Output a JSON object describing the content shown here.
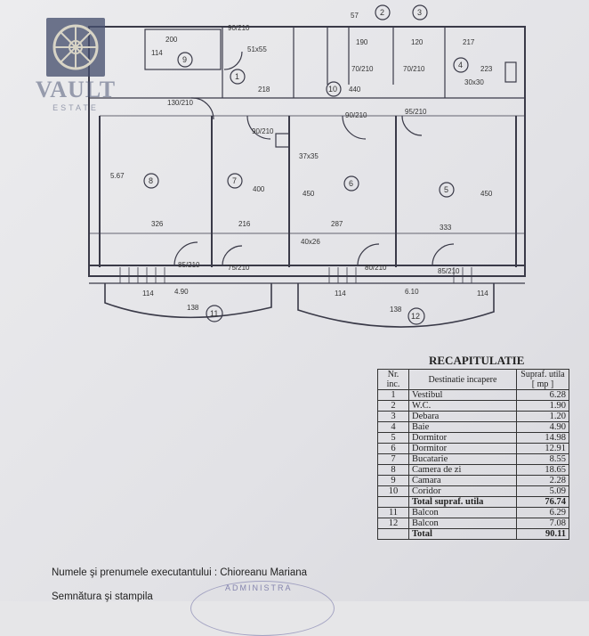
{
  "logo": {
    "word": "VAULT",
    "sub": "ESTATE"
  },
  "plan": {
    "rooms": [
      {
        "n": "1",
        "label": "1"
      },
      {
        "n": "2",
        "label": "2"
      },
      {
        "n": "3",
        "label": "3"
      },
      {
        "n": "4",
        "label": "4"
      },
      {
        "n": "5",
        "label": "5"
      },
      {
        "n": "6",
        "label": "6"
      },
      {
        "n": "7",
        "label": "7"
      },
      {
        "n": "8",
        "label": "8"
      },
      {
        "n": "9",
        "label": "9"
      },
      {
        "n": "10",
        "label": "10"
      },
      {
        "n": "11",
        "label": "11"
      },
      {
        "n": "12",
        "label": "12"
      }
    ],
    "dims": {
      "d200": "200",
      "d114a": "114",
      "d90_210a": "90/210",
      "d51x55": "51x55",
      "d57": "57",
      "d190": "190",
      "d120": "120",
      "d217": "217",
      "d218": "218",
      "d440": "440",
      "d130_210": "130/210",
      "d70_210a": "70/210",
      "d70_210b": "70/210",
      "d30x30": "30x30",
      "d223": "223",
      "d95_210": "95/210",
      "d90_210b": "90/210",
      "d90_210c": "90/210",
      "d37x35": "37x35",
      "d567": "5.67",
      "d326": "326",
      "d400": "400",
      "d216": "216",
      "d450a": "450",
      "d287": "287",
      "d333": "333",
      "d450b": "450",
      "d40x26": "40x26",
      "d85_210a": "85/210",
      "d75_210": "75/210",
      "d80_210": "80/210",
      "d85_210b": "85/210",
      "d490": "4.90",
      "d610": "6.10",
      "d138a": "138",
      "d138b": "138",
      "d114b": "114",
      "d114c": "114",
      "d114d": "114"
    }
  },
  "recap": {
    "title": "RECAPITULATIE",
    "head": {
      "nr": "Nr. inc.",
      "dest": "Destinatie incapere",
      "supr": "Supraf. utila [ mp ]"
    },
    "rows": [
      {
        "nr": "1",
        "dest": "Vestibul",
        "val": "6.28"
      },
      {
        "nr": "2",
        "dest": "W.C.",
        "val": "1.90"
      },
      {
        "nr": "3",
        "dest": "Debara",
        "val": "1.20"
      },
      {
        "nr": "4",
        "dest": "Baie",
        "val": "4.90"
      },
      {
        "nr": "5",
        "dest": "Dormitor",
        "val": "14.98"
      },
      {
        "nr": "6",
        "dest": "Dormitor",
        "val": "12.91"
      },
      {
        "nr": "7",
        "dest": "Bucatarie",
        "val": "8.55"
      },
      {
        "nr": "8",
        "dest": "Camera de zi",
        "val": "18.65"
      },
      {
        "nr": "9",
        "dest": "Camara",
        "val": "2.28"
      },
      {
        "nr": "10",
        "dest": "Coridor",
        "val": "5.09"
      }
    ],
    "total_util": {
      "label": "Total supraf. utila",
      "val": "76.74"
    },
    "balconies": [
      {
        "nr": "11",
        "dest": "Balcon",
        "val": "6.29"
      },
      {
        "nr": "12",
        "dest": "Balcon",
        "val": "7.08"
      }
    ],
    "total": {
      "label": "Total",
      "val": "90.11"
    }
  },
  "footer": {
    "executant": "Numele şi prenumele executantului : Chioreanu Mariana",
    "sign": "Semnătura şi stampila",
    "stamp_text": "ADMINISTRA"
  }
}
